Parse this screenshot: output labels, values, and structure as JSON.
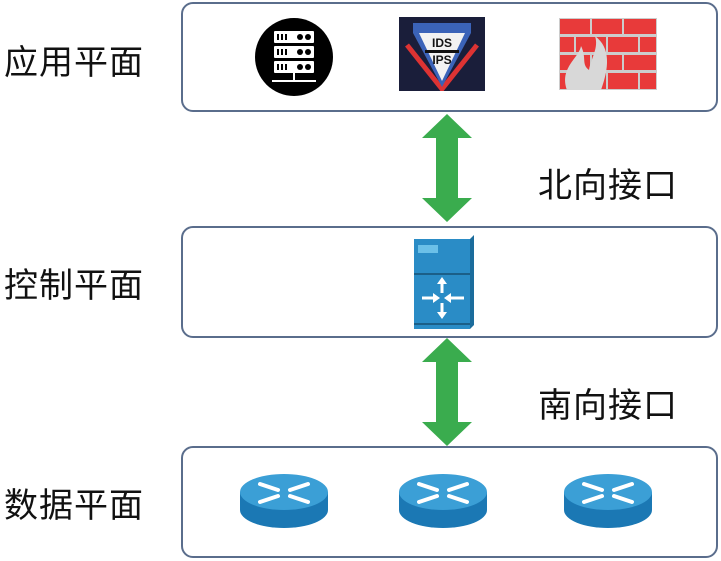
{
  "planes": {
    "application": {
      "label": "应用平面",
      "icons": [
        "server-icon",
        "ids-ips-shield-icon",
        "firewall-icon"
      ],
      "ids_text": "IDS",
      "ips_text": "IPS"
    },
    "control": {
      "label": "控制平面",
      "icons": [
        "sdn-controller-icon"
      ]
    },
    "data": {
      "label": "数据平面",
      "icons": [
        "router-icon",
        "router-icon",
        "router-icon"
      ]
    }
  },
  "interfaces": {
    "northbound": "北向接口",
    "southbound": "南向接口"
  },
  "colors": {
    "arrow": "#3aac4e",
    "border": "#5a6d8c",
    "device_blue": "#1f84c0",
    "firewall_red": "#e83a3a"
  }
}
